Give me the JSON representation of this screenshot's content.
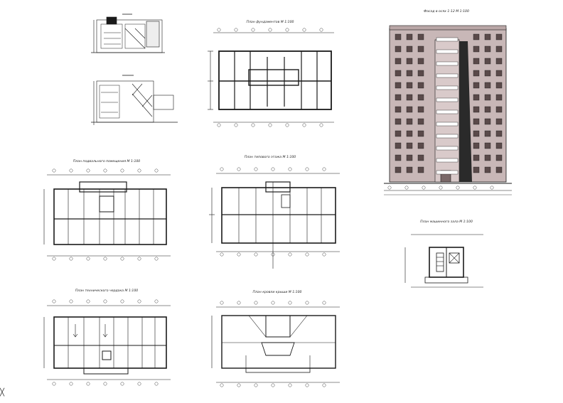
{
  "drawing_titles": {
    "foundation_plan": "План фундаментов М 1:100",
    "facade": "Фасад в осях 1-12 М 1:100",
    "basement_plan": "План подвального помещения М 1:100",
    "typical_floor_plan": "План типового этажа М 1:100",
    "technical_attic_plan": "План технического чердака М 1:100",
    "roof_plan": "План кровли крыши М 1:100",
    "machine_room_plan": "План машинного зала М 1:100"
  },
  "colors": {
    "line": "#1a1a1a",
    "wall_fill": "#c8b7b7",
    "window_fill": "#5a4a4a",
    "wall_dark": "#7a6868",
    "hatch": "#555555"
  },
  "icons": {
    "cursor": "crosshair-icon"
  },
  "cursor_glyph": "╳"
}
